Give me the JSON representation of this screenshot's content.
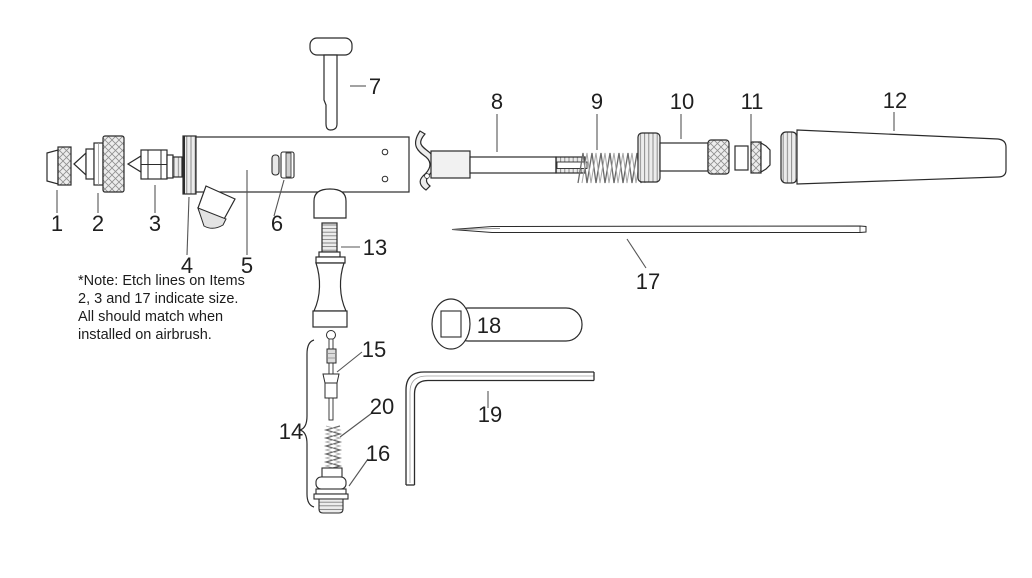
{
  "note": {
    "text": "*Note: Etch lines on Items\n2, 3 and 17 indicate size.\nAll should match when\ninstalled on airbrush."
  },
  "labels": {
    "p1": "1",
    "p2": "2",
    "p3": "3",
    "p4": "4",
    "p5": "5",
    "p6": "6",
    "p7": "7",
    "p8": "8",
    "p9": "9",
    "p10": "10",
    "p11": "11",
    "p12": "12",
    "p13": "13",
    "p14": "14",
    "p15": "15",
    "p16": "16",
    "p17": "17",
    "p18": "18",
    "p19": "19",
    "p20": "20"
  },
  "colors": {
    "ink": "#2b2b2b",
    "background": "#ffffff",
    "shade": "#ececec"
  }
}
